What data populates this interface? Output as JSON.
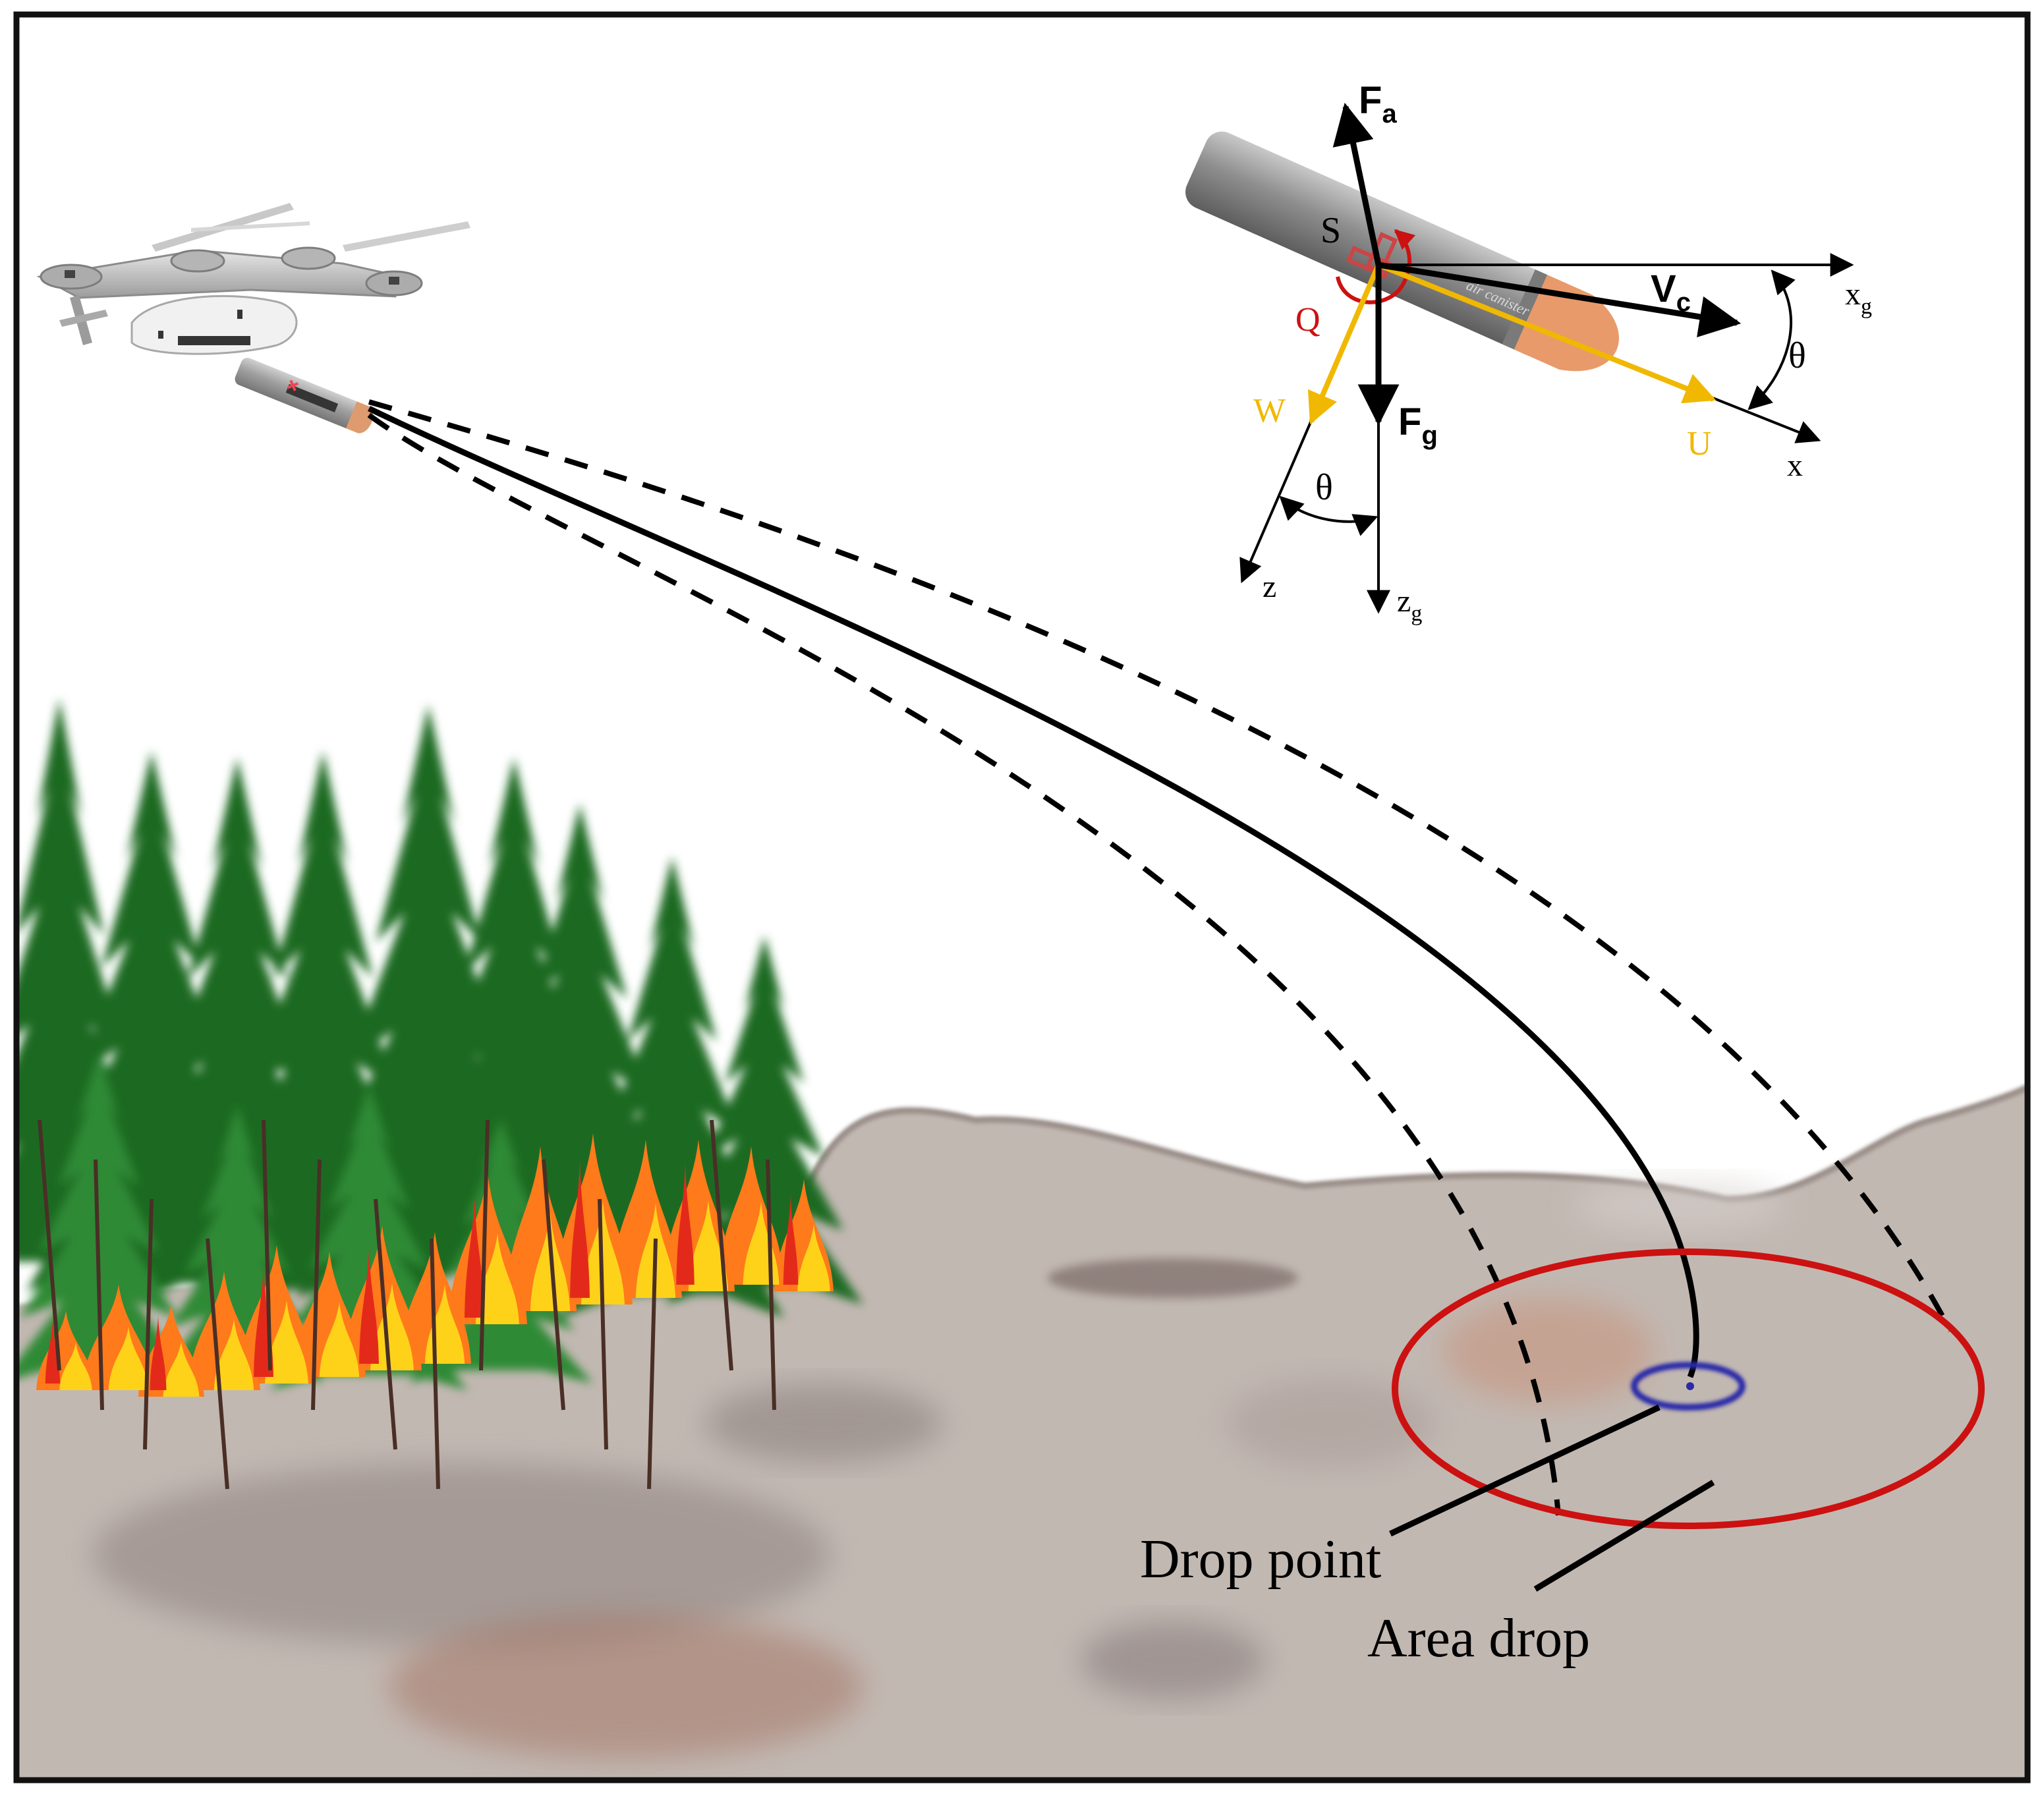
{
  "labels": {
    "drop_point": "Drop point",
    "area_drop": "Area drop"
  },
  "vectors": {
    "fa_main": "F",
    "fa_sub": "a",
    "fg_main": "F",
    "fg_sub": "g",
    "vc_main": "V",
    "vc_sub": "c",
    "xg_main": "x",
    "xg_sub": "g",
    "zg_main": "z",
    "zg_sub": "g",
    "x": "x",
    "z": "z",
    "u": "U",
    "w": "W",
    "q": "Q",
    "s": "S",
    "theta": "θ"
  },
  "canister_label": "air canister",
  "colors": {
    "trajectory": "#000000",
    "area_circle": "#cc1111",
    "drop_ring": "#2a2aa8",
    "body_axes": "#f0b800",
    "rotation": "#cc1111",
    "ground": "#c2b8b2",
    "ground_edge": "#9a8e88",
    "tree_dark": "#1f6a22",
    "tree_light": "#2e8a34",
    "flame_outer": "#ff7a1a",
    "flame_inner": "#ffd21a",
    "flame_red": "#e32a1a",
    "nose": "#e89a6a",
    "canister": "#9a9a9a"
  }
}
